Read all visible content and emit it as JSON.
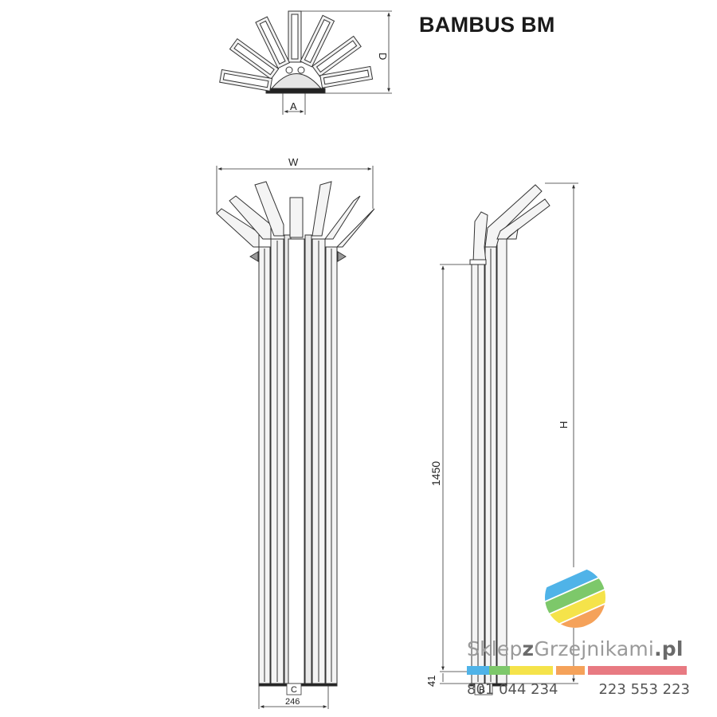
{
  "title": "BAMBUS BM",
  "dimensions": {
    "D": "D",
    "A": "A",
    "W": "W",
    "H": "H",
    "height_1450": "1450",
    "height_41": "41",
    "C": "C",
    "B": "B",
    "width_246": "246"
  },
  "logo": {
    "brand_prefix": "Sklep",
    "brand_z": "z",
    "brand_main": "Grzejnikami",
    "brand_tld": ".pl",
    "phone_1": "801 044 234",
    "phone_2": "223 553 223",
    "colors": [
      "#4fb3e8",
      "#7dc86a",
      "#f5e34a",
      "#f5a25a",
      "#e87a82"
    ]
  }
}
